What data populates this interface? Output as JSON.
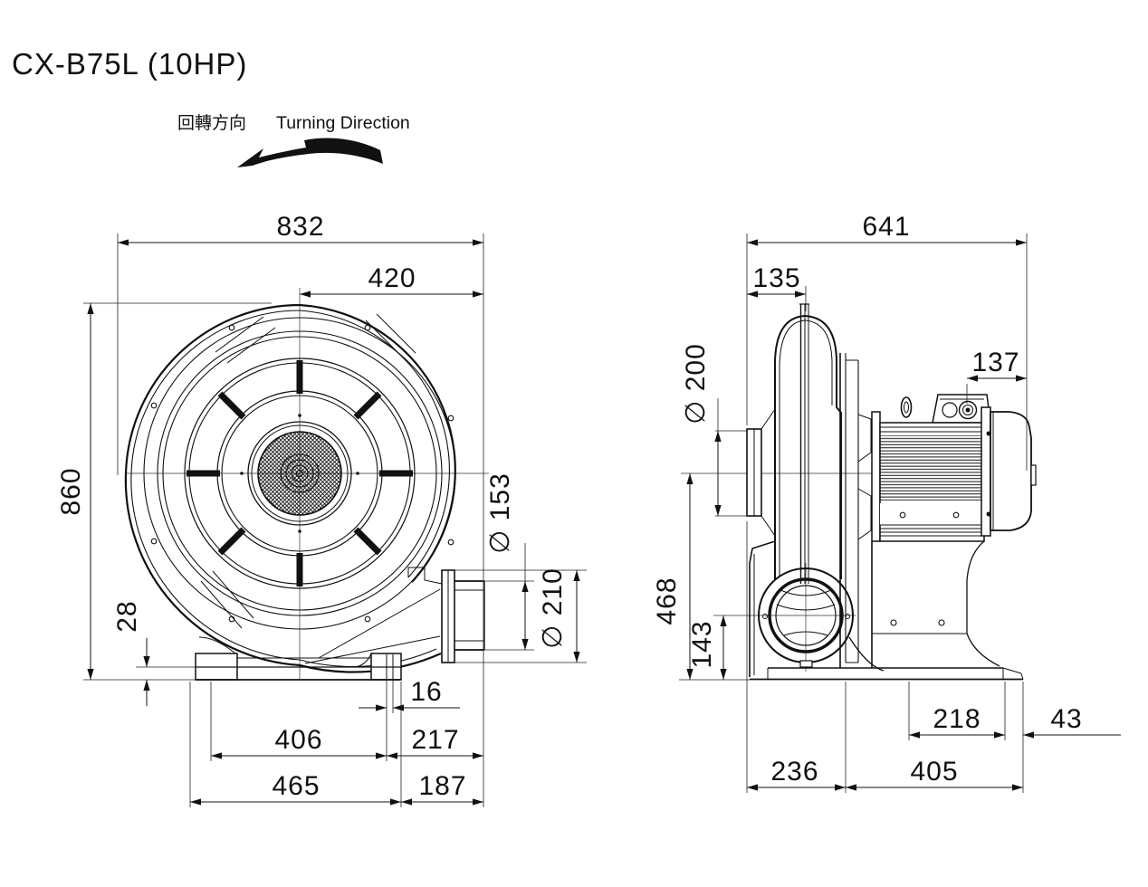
{
  "title": "CX-B75L  (10HP)",
  "rotation": {
    "label_zh": "回轉方向",
    "label_en": "Turning Direction"
  },
  "front_view": {
    "name": "blower-front-view",
    "dims": {
      "overall_width": "832",
      "center_to_outlet": "420",
      "overall_height": "860",
      "base_plate_thickness": "28",
      "foot_slot_width": "16",
      "base_width_a": "406",
      "base_width_b": "217",
      "base_width_c": "465",
      "base_width_d": "187",
      "outlet_tube_dia": "∅ 153",
      "outlet_flange_dia": "∅ 210"
    }
  },
  "side_view": {
    "name": "blower-side-view",
    "dims": {
      "overall_depth": "641",
      "inlet_flange_offset": "135",
      "terminal_box_offset": "137",
      "inlet_dia": "∅ 200",
      "shaft_center_height": "468",
      "outlet_center_height": "143",
      "motor_base_width": "218",
      "foot_overhang": "43",
      "base_depth_a": "236",
      "base_depth_b": "405"
    }
  },
  "colors": {
    "ink": "#111111",
    "background": "#ffffff"
  }
}
